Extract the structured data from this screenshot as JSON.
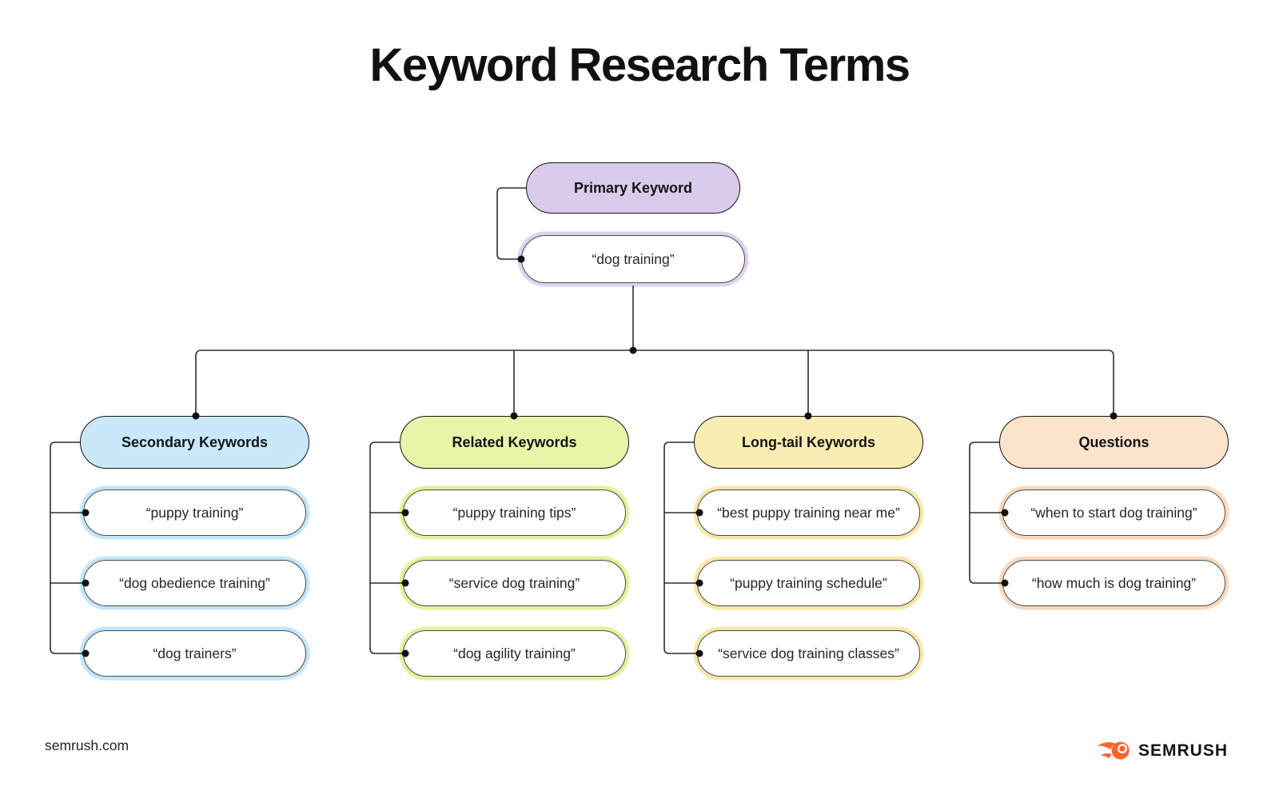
{
  "title": "Keyword Research Terms",
  "root": {
    "label": "Primary Keyword",
    "example": "“dog training”",
    "fill": "#D8CCEA",
    "ring": "#DFD2EF"
  },
  "branches": [
    {
      "label": "Secondary Keywords",
      "fill": "#C9E9FB",
      "ring": "#C2E6FA",
      "items": [
        "“puppy training”",
        "“dog obedience training”",
        "“dog trainers”"
      ]
    },
    {
      "label": "Related Keywords",
      "fill": "#E6F5A8",
      "ring": "#DFF399",
      "items": [
        "“puppy training tips”",
        "“service dog training”",
        "“dog agility training”"
      ]
    },
    {
      "label": "Long-tail Keywords",
      "fill": "#FAEDB2",
      "ring": "#F8E7A6",
      "items": [
        "“best puppy training near me”",
        "“puppy training schedule”",
        "“service dog training classes”"
      ]
    },
    {
      "label": "Questions",
      "fill": "#FBE3CC",
      "ring": "#F9D9BE",
      "items": [
        "“when to start dog training”",
        "“how much is dog training”"
      ]
    }
  ],
  "footer": {
    "site": "semrush.com",
    "brand": "SEMRUSH"
  },
  "colors": {
    "line": "#2e2e2e",
    "dot": "#111111",
    "brand_orange": "#FF642D",
    "background": "#FFFFFF"
  }
}
